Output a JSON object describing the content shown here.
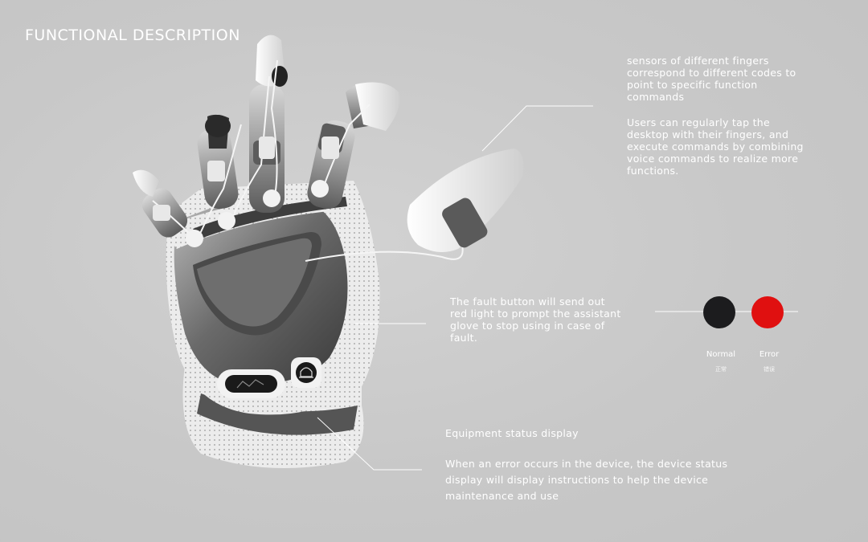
{
  "title": "FUNCTIONAL DESCRIPTION",
  "sensors": {
    "text1": "sensors of different fingers correspond to different codes to point to specific function commands",
    "text2": "Users can regularly tap the desktop with their fingers, and execute commands by combining voice commands to realize more functions."
  },
  "fault": {
    "text": "The fault button will send out red light to prompt the assistant glove to stop using in case of fault."
  },
  "equipment": {
    "title": "Equipment status display",
    "body": "When an error occurs in the device, the device status display will display instructions to help the device maintenance and use"
  },
  "status": {
    "normal": {
      "label": "Normal",
      "sub": "正常",
      "color": "#1c1c1e"
    },
    "error": {
      "label": "Error",
      "sub": "错误",
      "color": "#e01010"
    }
  },
  "icons": {
    "glove": "robotic-glove-illustration",
    "fault_button": "alarm-light-icon"
  }
}
